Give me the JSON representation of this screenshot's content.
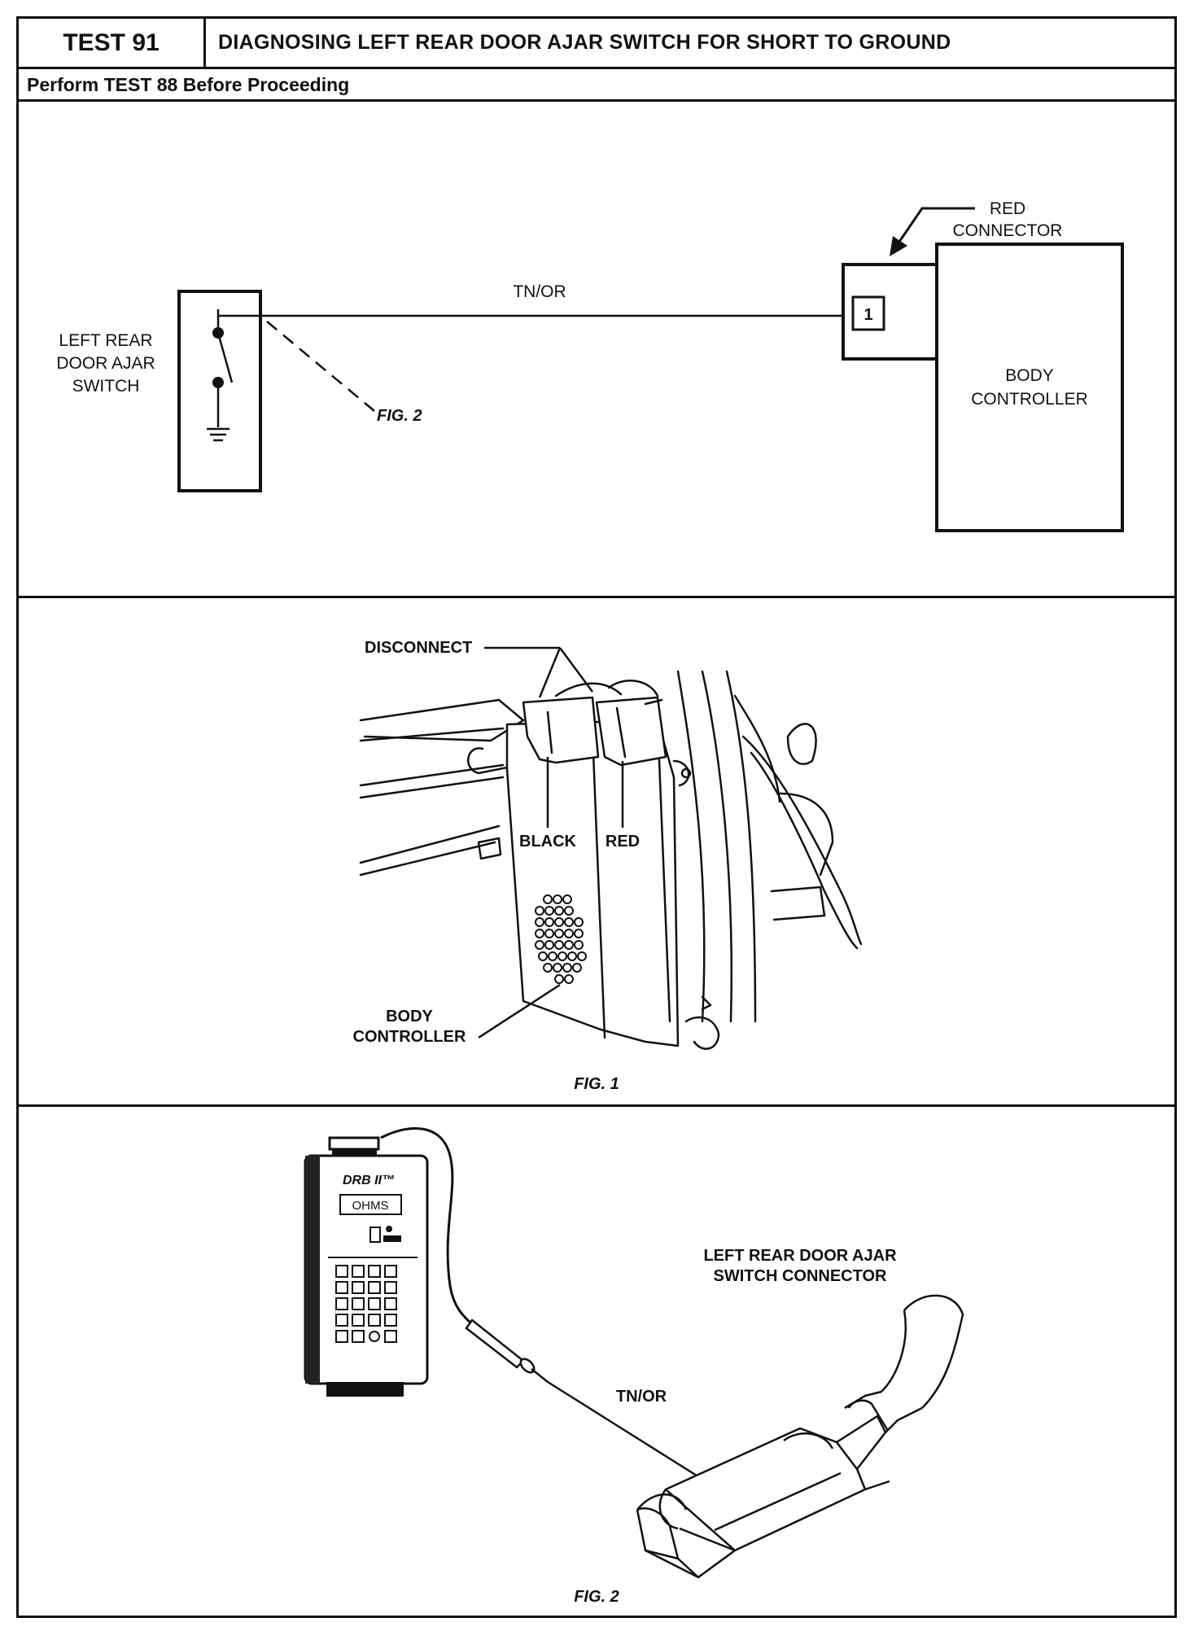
{
  "header": {
    "test_number": "TEST 91",
    "title": "DIAGNOSING LEFT REAR DOOR AJAR SWITCH FOR SHORT TO GROUND",
    "prerequisite": "Perform TEST 88 Before Proceeding"
  },
  "schematic": {
    "switch_label": [
      "LEFT REAR",
      "DOOR AJAR",
      "SWITCH"
    ],
    "wire_label": "TN/OR",
    "figure_ref": "FIG. 2",
    "connector_label": [
      "RED",
      "CONNECTOR"
    ],
    "pin_number": "1",
    "controller_label": [
      "BODY",
      "CONTROLLER"
    ]
  },
  "figure1": {
    "disconnect_label": "DISCONNECT",
    "black_label": "BLACK",
    "red_label": "RED",
    "controller_label": [
      "BODY",
      "CONTROLLER"
    ],
    "caption": "FIG. 1"
  },
  "figure2": {
    "tester_brand": "DRB II™",
    "tester_display": "OHMS",
    "connector_label": [
      "LEFT REAR DOOR AJAR",
      "SWITCH CONNECTOR"
    ],
    "wire_label": "TN/OR",
    "caption": "FIG. 2"
  }
}
